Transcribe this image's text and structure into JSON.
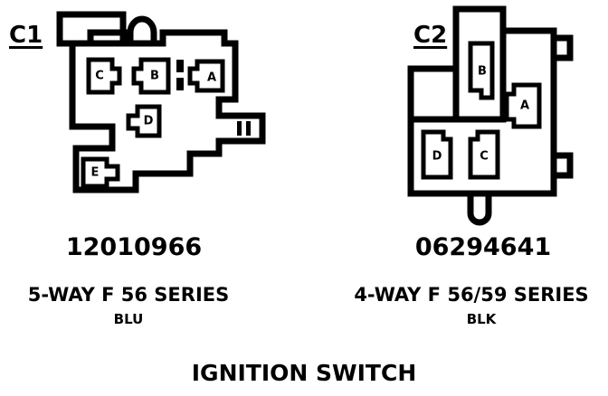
{
  "title": "IGNITION SWITCH",
  "connectors": [
    {
      "id": "C1",
      "part_number": "12010966",
      "series": "5-WAY F 56 SERIES",
      "color": "BLU",
      "cavities": [
        "A",
        "B",
        "C",
        "D",
        "E"
      ]
    },
    {
      "id": "C2",
      "part_number": "06294641",
      "series": "4-WAY F 56/59 SERIES",
      "color": "BLK",
      "cavities": [
        "A",
        "B",
        "C",
        "D"
      ]
    }
  ]
}
